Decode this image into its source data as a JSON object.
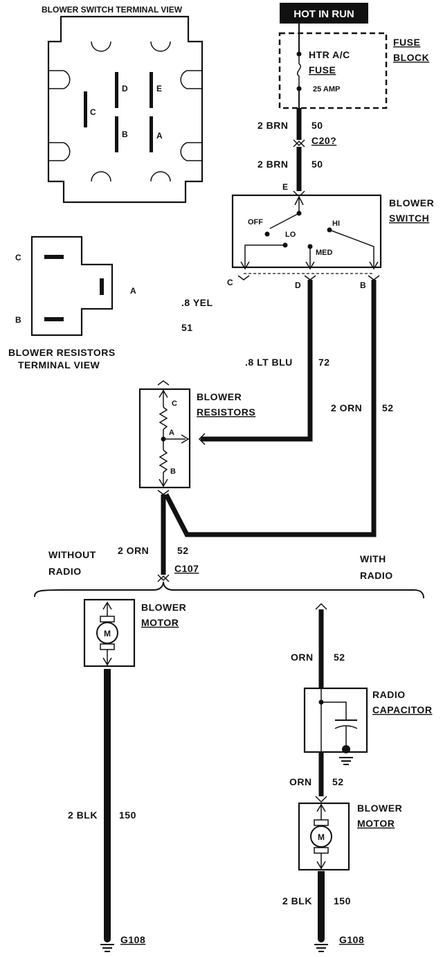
{
  "switch_view": {
    "title": "BLOWER SWITCH TERMINAL VIEW",
    "terminals": [
      "D",
      "E",
      "C",
      "B",
      "A"
    ]
  },
  "resistor_view": {
    "title_line1": "BLOWER RESISTORS",
    "title_line2": "TERMINAL VIEW",
    "terminals": [
      "C",
      "A",
      "B"
    ]
  },
  "hot_in_run": "HOT IN RUN",
  "fuse_block": {
    "label_line1": "FUSE",
    "label_line2": "BLOCK",
    "fuse_line1": "HTR A/C",
    "fuse_line2": "FUSE",
    "rating": "25 AMP"
  },
  "wires": {
    "w1_size": "2 BRN",
    "w1_circuit": "50",
    "connector_top": "C20?",
    "w2_size": "2 BRN",
    "w2_circuit": "50",
    "yel_size": ".8 YEL",
    "yel_circuit": "51",
    "ltblu_size": ".8 LT BLU",
    "ltblu_circuit": "72",
    "orn_b_size": "2 ORN",
    "orn_b_circuit": "52",
    "orn_main_size": "2 ORN",
    "orn_main_circuit": "52",
    "connector_mid": "C107",
    "radio_orn1_size": "ORN",
    "radio_orn1_circuit": "52",
    "radio_orn2_size": "ORN",
    "radio_orn2_circuit": "52",
    "blk_left_size": "2 BLK",
    "blk_left_circuit": "150",
    "blk_right_size": "2 BLK",
    "blk_right_circuit": "150"
  },
  "blower_switch": {
    "label_line1": "BLOWER",
    "label_line2": "SWITCH",
    "terminal_top": "E",
    "pos_off": "OFF",
    "pos_lo": "LO",
    "pos_hi": "HI",
    "pos_med": "MED",
    "terminal_c": "C",
    "terminal_d": "D",
    "terminal_b": "B"
  },
  "blower_resistors": {
    "label_line1": "BLOWER",
    "label_line2": "RESISTORS",
    "terminal_c": "C",
    "terminal_a": "A",
    "terminal_b": "B"
  },
  "branch": {
    "without_line1": "WITHOUT",
    "without_line2": "RADIO",
    "with_line1": "WITH",
    "with_line2": "RADIO"
  },
  "blower_motor_left": {
    "label_line1": "BLOWER",
    "label_line2": "MOTOR",
    "symbol": "M"
  },
  "blower_motor_right": {
    "label_line1": "BLOWER",
    "label_line2": "MOTOR",
    "symbol": "M"
  },
  "radio_capacitor": {
    "label_line1": "RADIO",
    "label_line2": "CAPACITOR"
  },
  "ground_left": "G108",
  "ground_right": "G108"
}
